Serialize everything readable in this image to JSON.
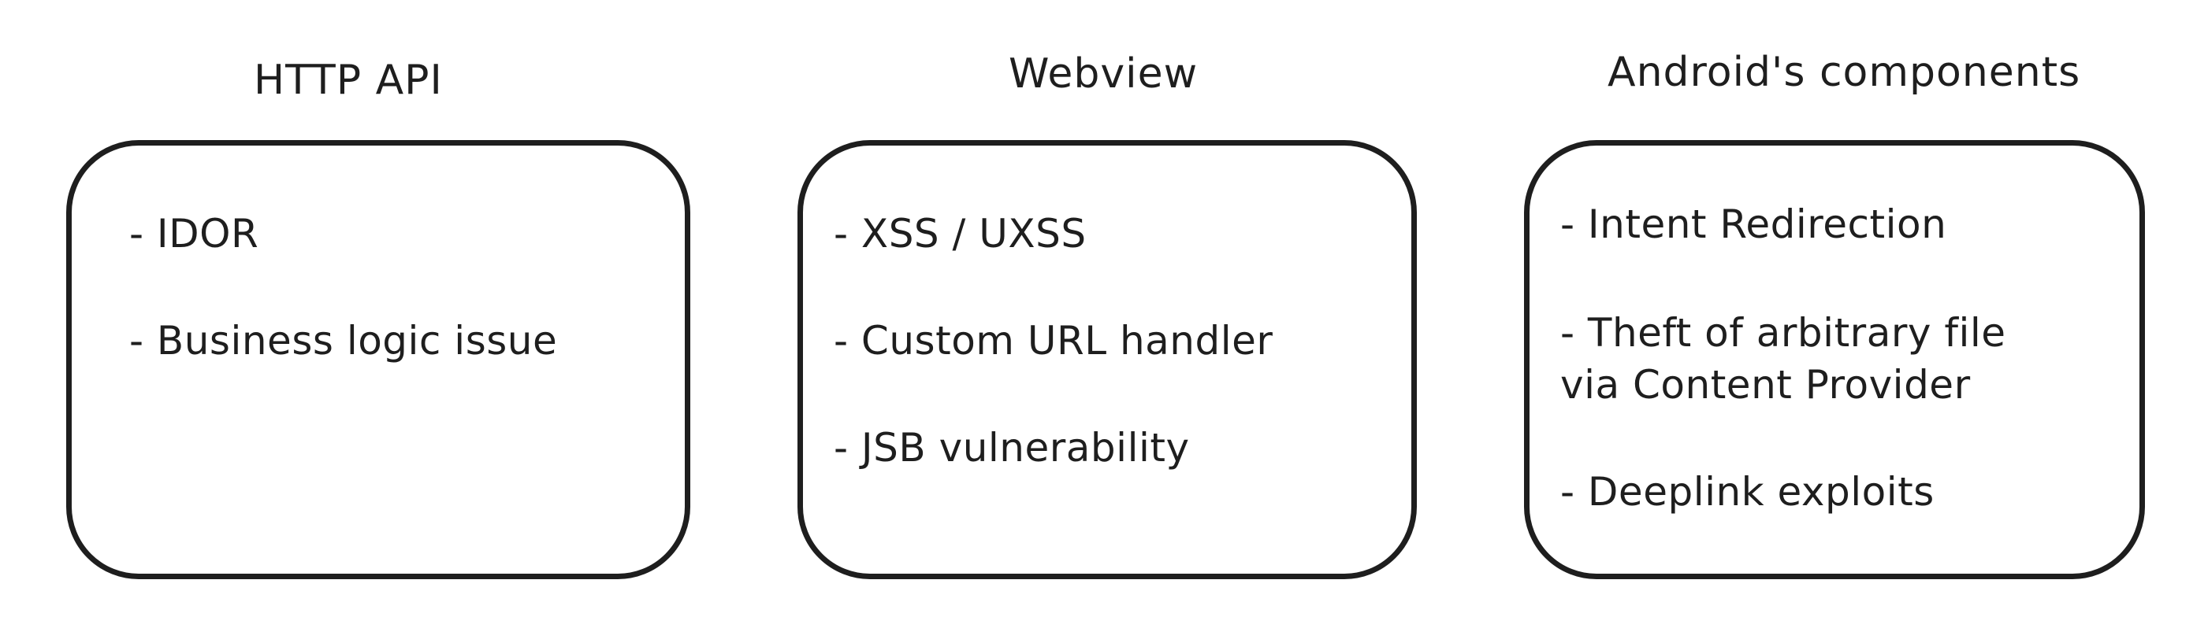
{
  "columns": [
    {
      "title": "HTTP API",
      "items": [
        "- IDOR",
        "- Business logic issue"
      ]
    },
    {
      "title": "Webview",
      "items": [
        "- XSS / UXSS",
        "- Custom URL handler",
        "- JSB vulnerability"
      ]
    },
    {
      "title": "Android's components",
      "items": [
        "- Intent Redirection",
        "- Theft of arbitrary file\nvia Content Provider",
        "- Deeplink exploits"
      ]
    }
  ]
}
